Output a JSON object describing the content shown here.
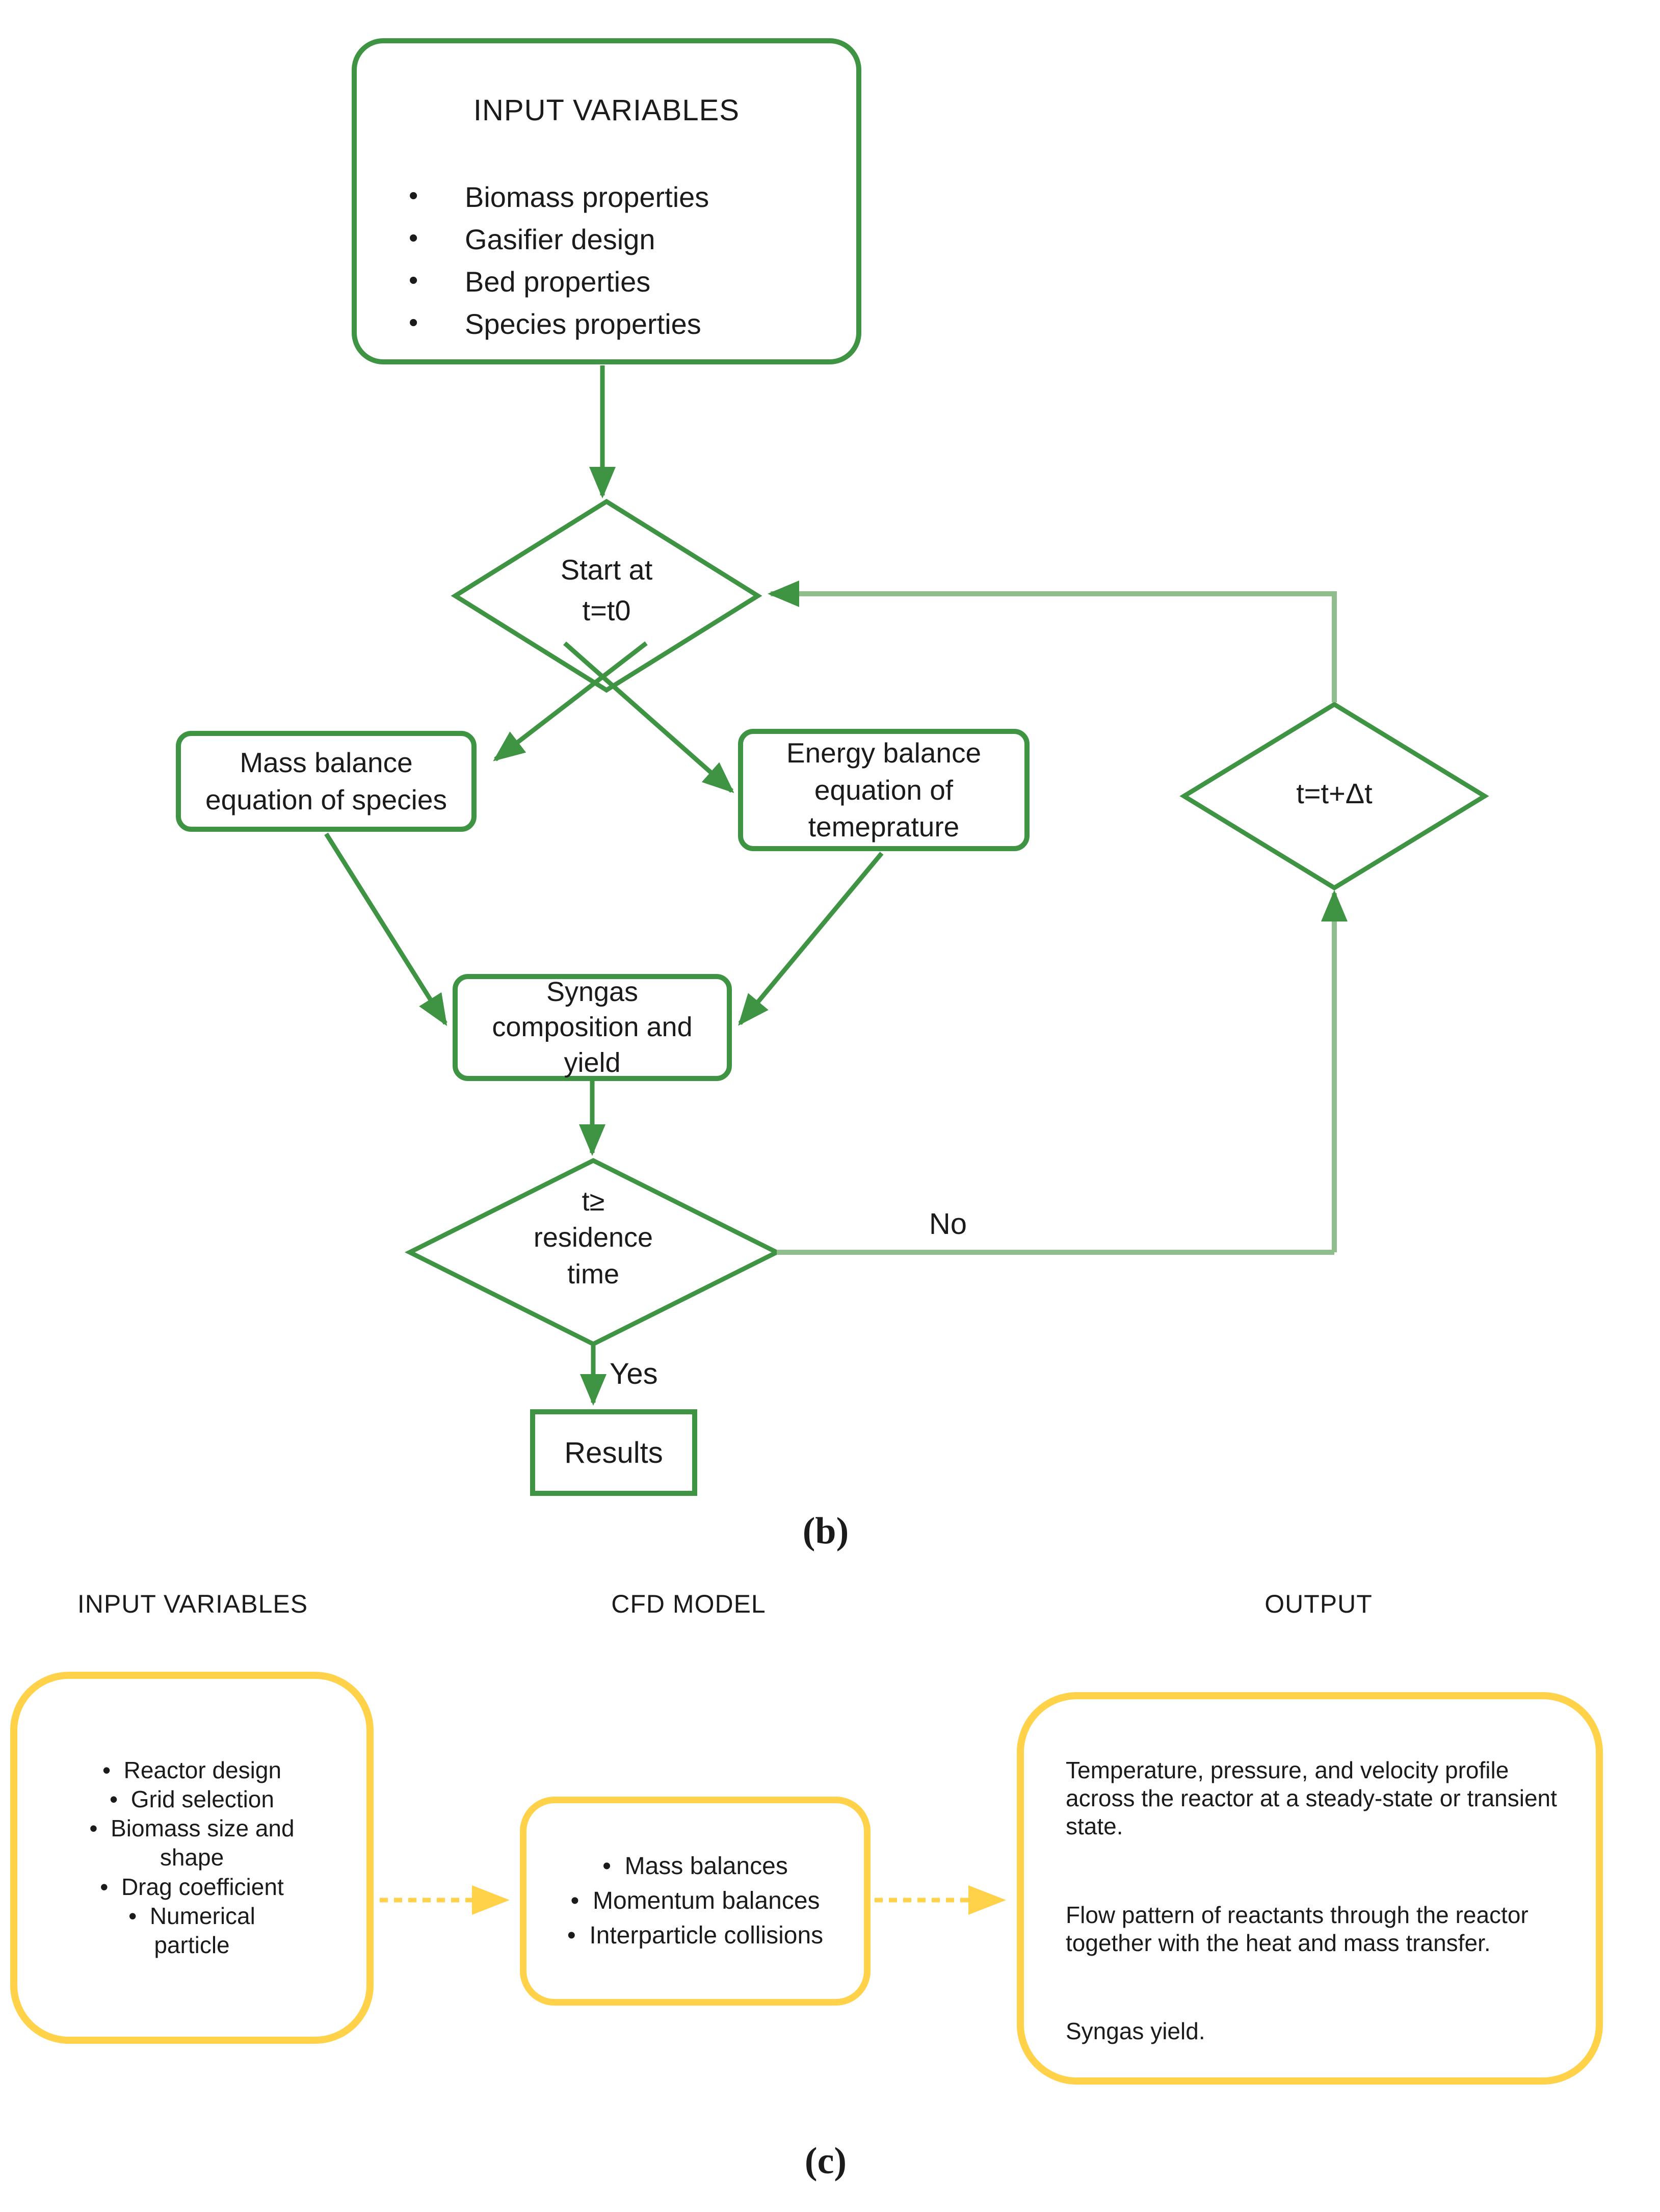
{
  "diagram_b": {
    "input_box": {
      "title": "INPUT VARIABLES",
      "bullets": [
        "Biomass properties",
        "Gasifier design",
        "Bed properties",
        "Species properties"
      ]
    },
    "start_diamond": "Start at\nt=t0",
    "mass_box": "Mass balance\nequation of species",
    "energy_box": "Energy balance\nequation of\ntemeprature",
    "delta_diamond": "t=t+Δt",
    "syngas_box": "Syngas\ncomposition and\nyield",
    "residence_diamond": "t≥\nresidence\ntime",
    "no_label": "No",
    "yes_label": "Yes",
    "results_box": "Results",
    "caption": "(b)"
  },
  "diagram_c": {
    "headers": {
      "input": "INPUT VARIABLES",
      "model": "CFD MODEL",
      "output": "OUTPUT"
    },
    "input_bullets": [
      "Reactor design",
      "Grid selection",
      "Biomass size and\nshape",
      "Drag coefficient",
      "Numerical\nparticle"
    ],
    "model_bullets": [
      "Mass balances",
      "Momentum balances",
      "Interparticle collisions"
    ],
    "output_paragraphs": [
      "Temperature, pressure, and velocity profile across the reactor at a steady-state or transient state.",
      "Flow pattern of reactants through the reactor together with the heat and mass transfer.",
      "Syngas yield."
    ],
    "caption": "(c)"
  },
  "colors": {
    "green": "#3E9443",
    "green_light": "#8FBE8C",
    "yellow": "#FFD24A",
    "text": "#1b1b1b"
  }
}
